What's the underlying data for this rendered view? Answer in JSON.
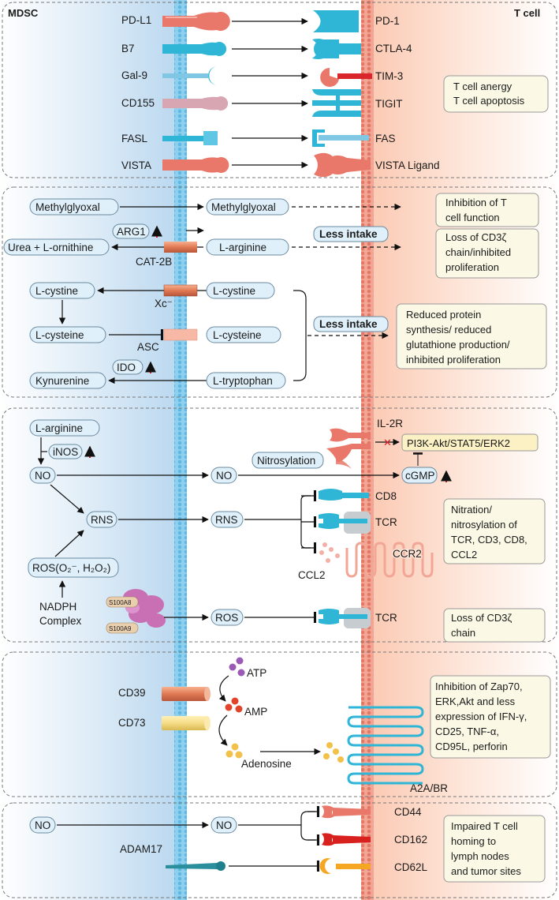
{
  "headers": {
    "left": "MDSC",
    "right": "T cell"
  },
  "panel1": {
    "ligands": [
      "PD-L1",
      "B7",
      "Gal-9",
      "CD155",
      "FASL",
      "VISTA"
    ],
    "receptors": [
      "PD-1",
      "CTLA-4",
      "TIM-3",
      "TIGIT",
      "FAS",
      "VISTA Ligand"
    ],
    "outcome": [
      "T cell anergy",
      "T cell apoptosis"
    ]
  },
  "panel2": {
    "methylglyoxal": "Methylglyoxal",
    "arg1": "ARG1",
    "urea": "Urea + L-ornithine",
    "cat2b": "CAT-2B",
    "larginine": "L-arginine",
    "lcystine": "L-cystine",
    "xc": "Xc⁻",
    "lcysteine": "L-cysteine",
    "asc": "ASC",
    "ido": "IDO",
    "kynurenine": "Kynurenine",
    "ltryptophan": "L-tryptophan",
    "less_intake": "Less intake",
    "out1": [
      "Inhibition of T",
      "cell function"
    ],
    "out2": [
      "Loss of CD3ζ",
      "chain/inhibited",
      "proliferation"
    ],
    "out3": [
      "Reduced protein",
      "synthesis/ reduced",
      "glutathione production/",
      "inhibited proliferation"
    ]
  },
  "panel3": {
    "larginine": "L-arginine",
    "inos": "iNOS",
    "no": "NO",
    "rns": "RNS",
    "ros_label": "ROS(O₂⁻, H₂O₂)",
    "nadph": [
      "NADPH",
      "Complex"
    ],
    "s100a8": "S100A8",
    "s100a9": "S100A9",
    "ros": "ROS",
    "nitrosylation": "Nitrosylation",
    "il2r": "IL-2R",
    "pathway": "PI3K-Akt/STAT5/ERK2",
    "cgmp": "cGMP",
    "cd8": "CD8",
    "tcr": "TCR",
    "ccr2": "CCR2",
    "ccl2": "CCL2",
    "out1": [
      "Nitration/",
      "nitrosylation of",
      "TCR, CD3, CD8,",
      "CCL2"
    ],
    "out2": [
      "Loss of CD3ζ",
      "chain"
    ]
  },
  "panel4": {
    "cd39": "CD39",
    "cd73": "CD73",
    "atp": "ATP",
    "amp": "AMP",
    "adenosine": "Adenosine",
    "a2a": "A2A/BR",
    "out": [
      "Inhibition of Zap70,",
      "ERK,Akt and less",
      "expression of IFN-γ,",
      "CD25, TNF-α,",
      "CD95L, perforin"
    ]
  },
  "panel5": {
    "no": "NO",
    "adam17": "ADAM17",
    "cd44": "CD44",
    "cd162": "CD162",
    "cd62l": "CD62L",
    "out": [
      "Impaired T cell",
      "homing to",
      "lymph nodes",
      "and tumor sites"
    ]
  },
  "colors": {
    "mdsc_bg": "#c6e0f2",
    "tcell_bg": "#fbd8c8",
    "blue_receptor": "#2fb5d6",
    "salmon_receptor": "#e9786a",
    "outcome_box": "#fbf9e6",
    "pathway_box": "#fbf1c4",
    "label_box": "#dff0fa",
    "arrow_red": "#e02020"
  }
}
